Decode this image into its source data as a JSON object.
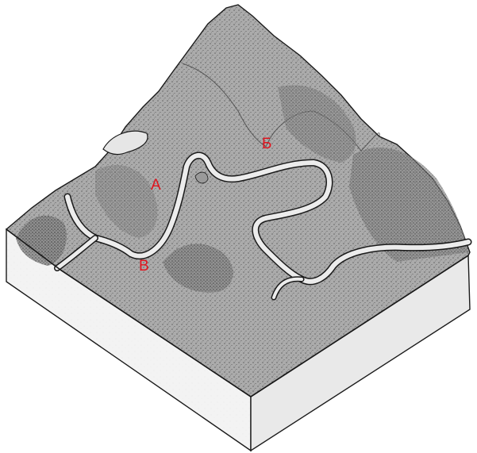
{
  "labels": {
    "a": "A",
    "b": "Б",
    "v": "B"
  },
  "colors": {
    "terrain": "#a9a9a9",
    "terrain_dark": "#6f6f6f",
    "river": "#e8e8e8",
    "side_front": "#f2f2f2",
    "side_right": "#e6e6e6",
    "outline": "#1a1a1a",
    "label": "#e0141e"
  }
}
